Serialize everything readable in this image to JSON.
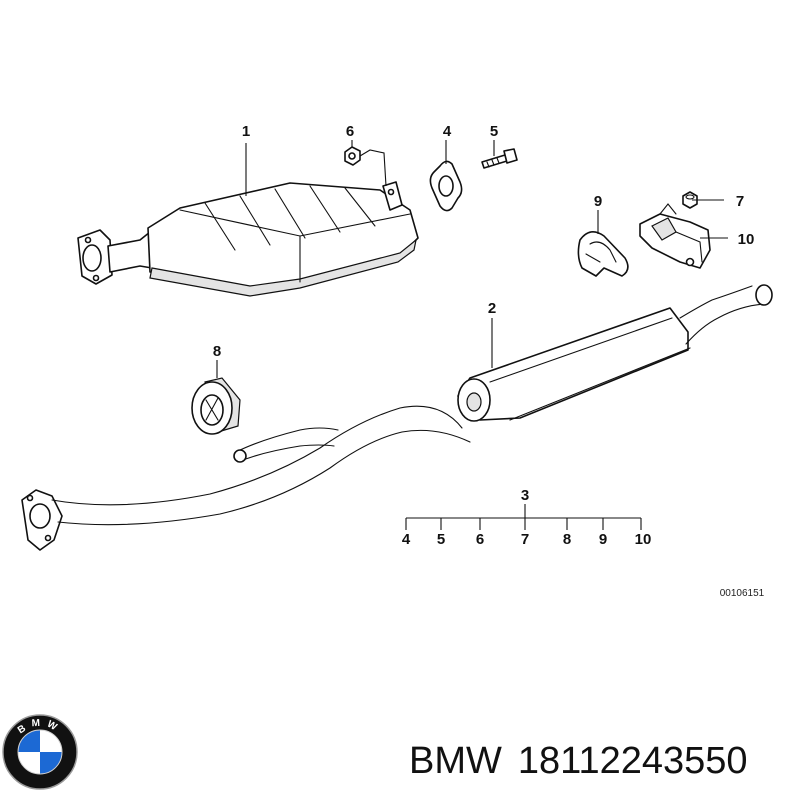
{
  "diagram": {
    "callouts": {
      "c1": "1",
      "c2": "2",
      "c3": "3",
      "c4": "4",
      "c5": "5",
      "c6": "6",
      "c7": "7",
      "c8": "8",
      "c9": "9",
      "c10": "10"
    },
    "kit_parts": [
      "4",
      "5",
      "6",
      "7",
      "8",
      "9",
      "10"
    ],
    "diagram_id": "00106151"
  },
  "caption": {
    "brand": "BMW",
    "part_number": "18112243550"
  },
  "logo": {
    "text": "BMW",
    "colors": {
      "blue": "#1c69d4",
      "ring": "#111111",
      "white": "#ffffff"
    }
  }
}
